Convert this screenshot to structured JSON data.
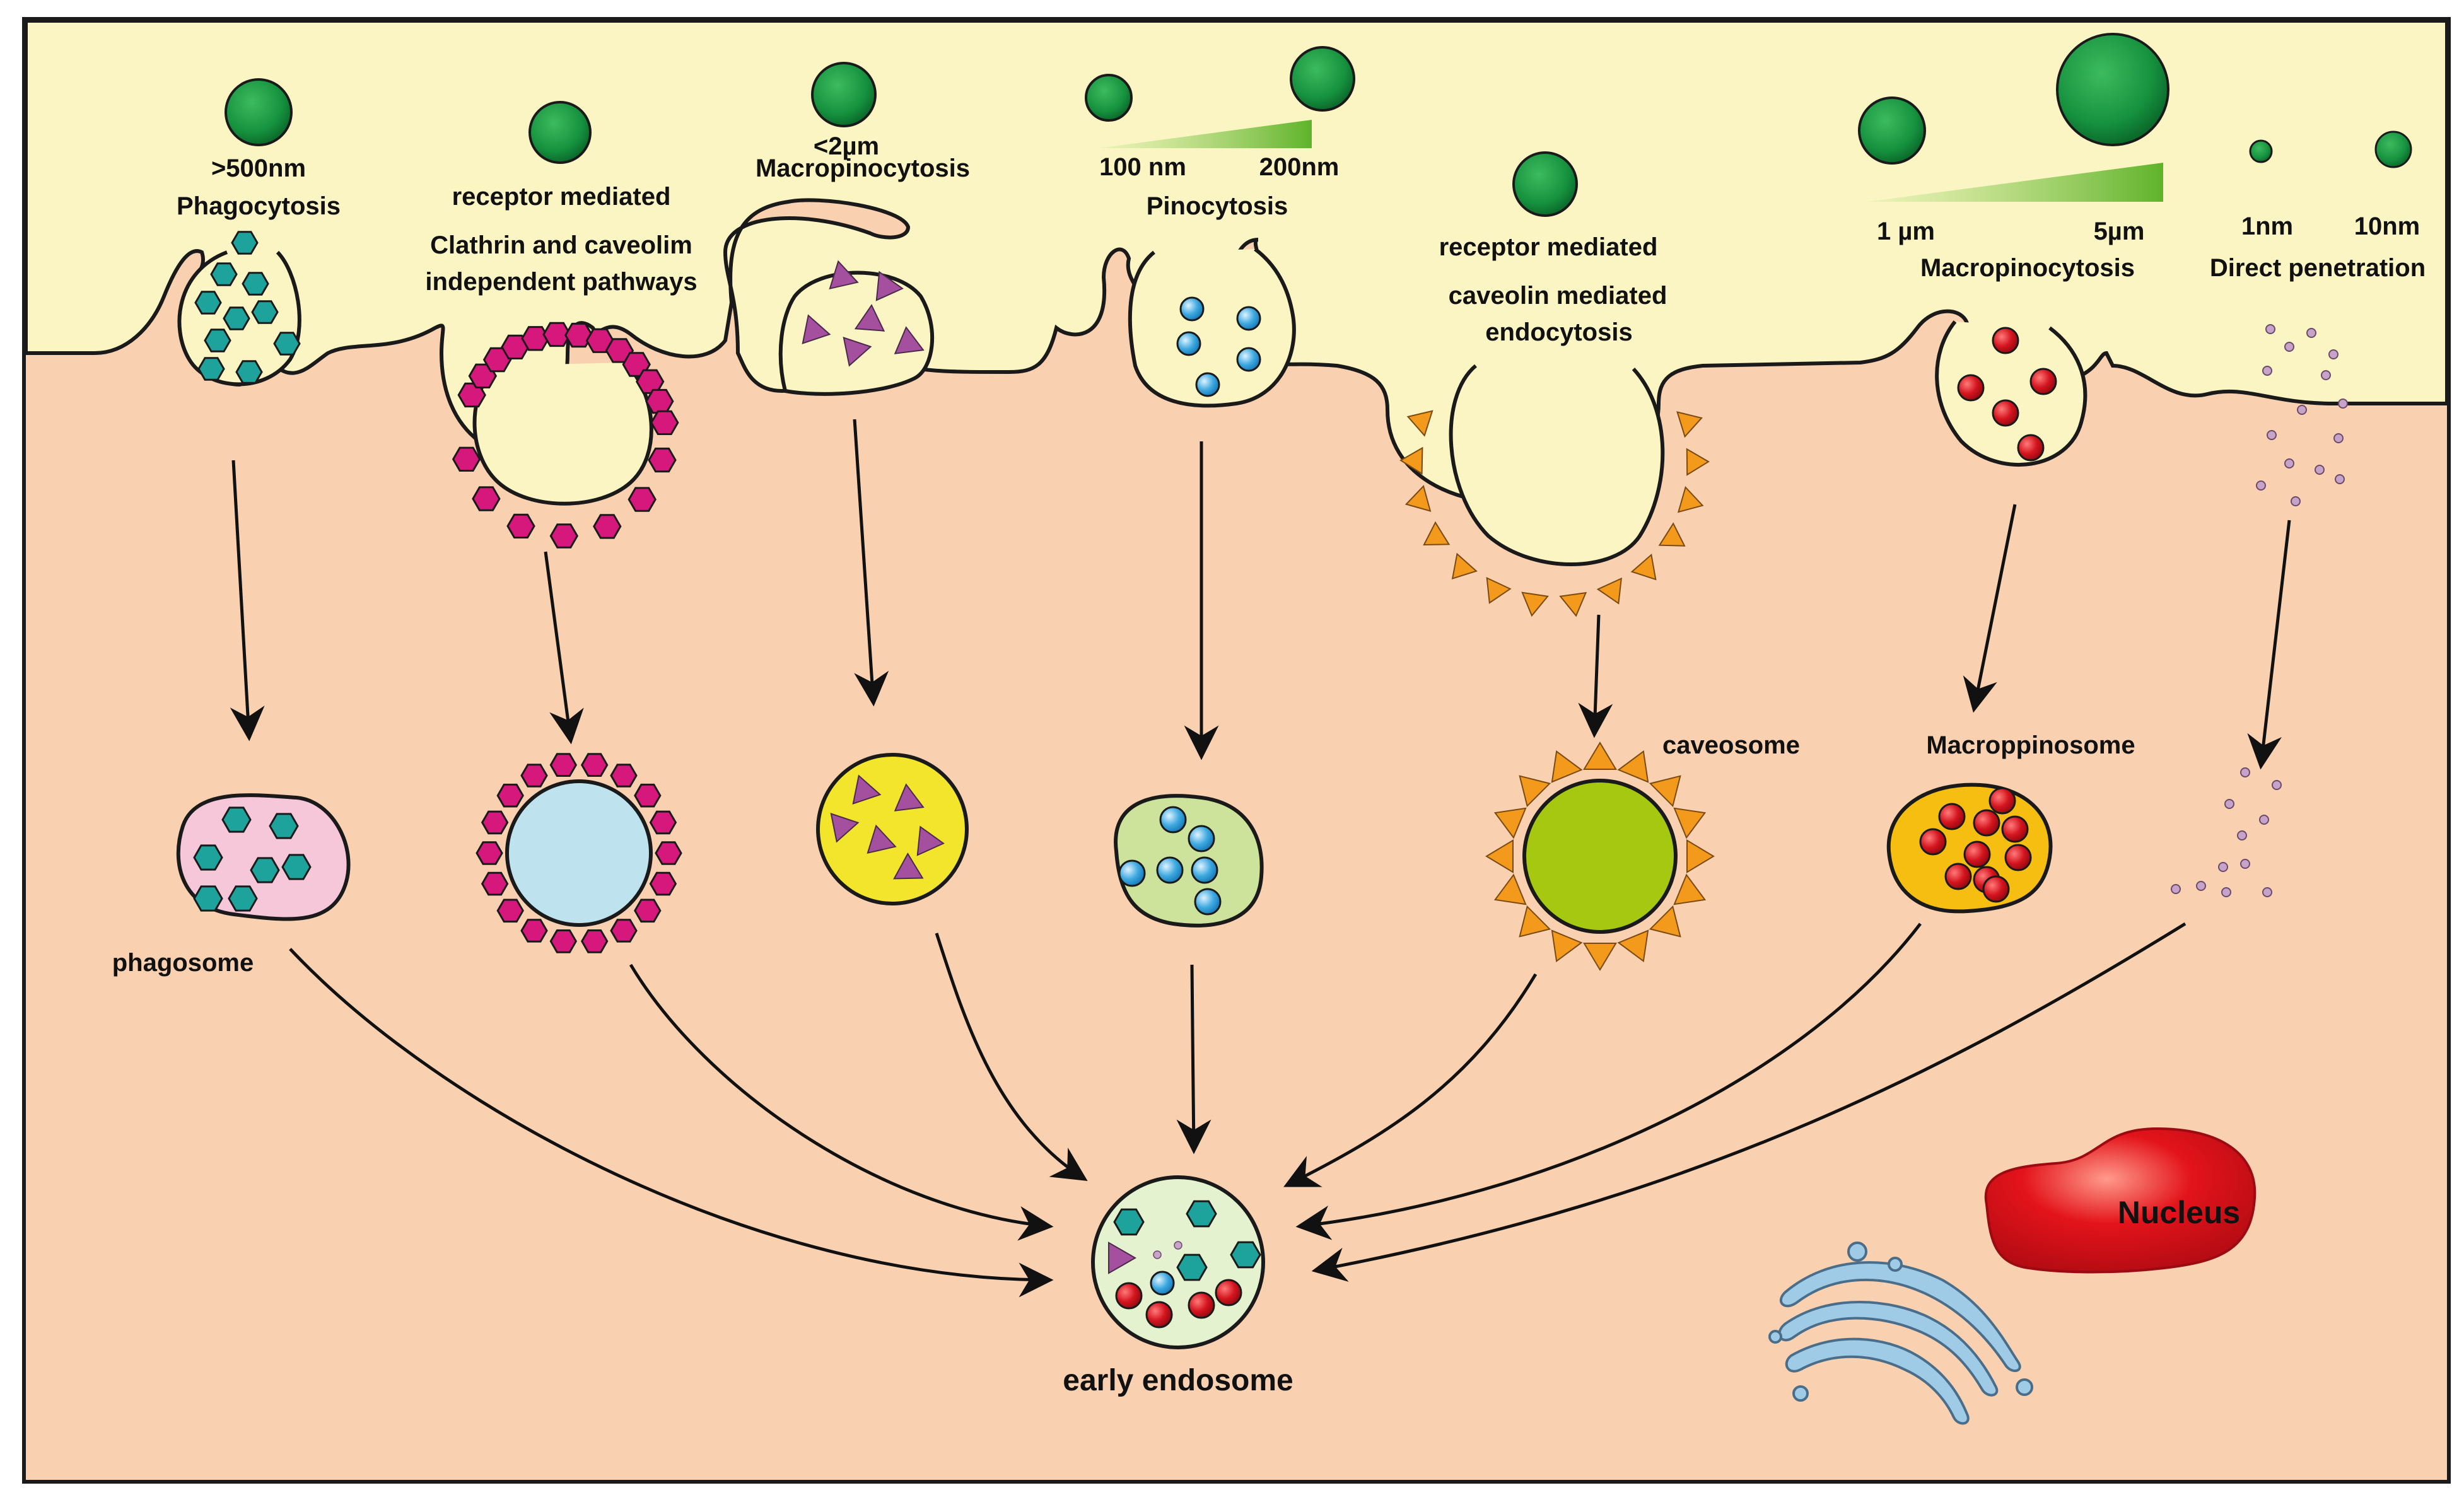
{
  "pathways": [
    {
      "size_label": ">500nm",
      "name": "Phagocytosis",
      "vesicle_label": "phagosome"
    },
    {
      "name_line1": "receptor mediated",
      "name_line2": "Clathrin and caveolim",
      "name_line3": "independent pathways"
    },
    {
      "size_label": "<2µm",
      "name": "Macropinocytosis"
    },
    {
      "size_min": "100 nm",
      "size_max": "200nm",
      "name": "Pinocytosis"
    },
    {
      "name_line1": "receptor mediated",
      "name_line2": "caveolin mediated",
      "name_line3": "endocytosis",
      "vesicle_label": "caveosome"
    },
    {
      "size_min": "1 µm",
      "size_max": "5µm",
      "name": "Macropinocytosis",
      "vesicle_label": "Macroppinosome"
    },
    {
      "size_min": "1nm",
      "size_max": "10nm",
      "name": "Direct penetration"
    }
  ],
  "target_label": "early endosome",
  "nucleus_label": "Nucleus",
  "colors": {
    "extracellular": "#fbf5c3",
    "cytoplasm": "#f9d1b1",
    "nanoparticle": "#16923f",
    "hexagon_teal": "#1ea39c",
    "clathrin_pink": "#d6187c",
    "triangle_purple": "#a4509f",
    "sphere_blue": "#3ea9e0",
    "caveolin_orange": "#f39a1c",
    "sphere_red": "#d4151f",
    "nucleus_red": "#e3131b",
    "phagosome_fill": "#f6c6d9",
    "clathrin_vesicle_fill": "#bfe3ee",
    "macropinosome_fill": "#f2e52c",
    "pinosome_fill": "#cde29b",
    "caveosome_fill": "#a6c811",
    "macroppinosome_fill": "#f6be10",
    "endosome_fill": "#e4f2cf",
    "golgi_blue": "#9fcbe6"
  }
}
